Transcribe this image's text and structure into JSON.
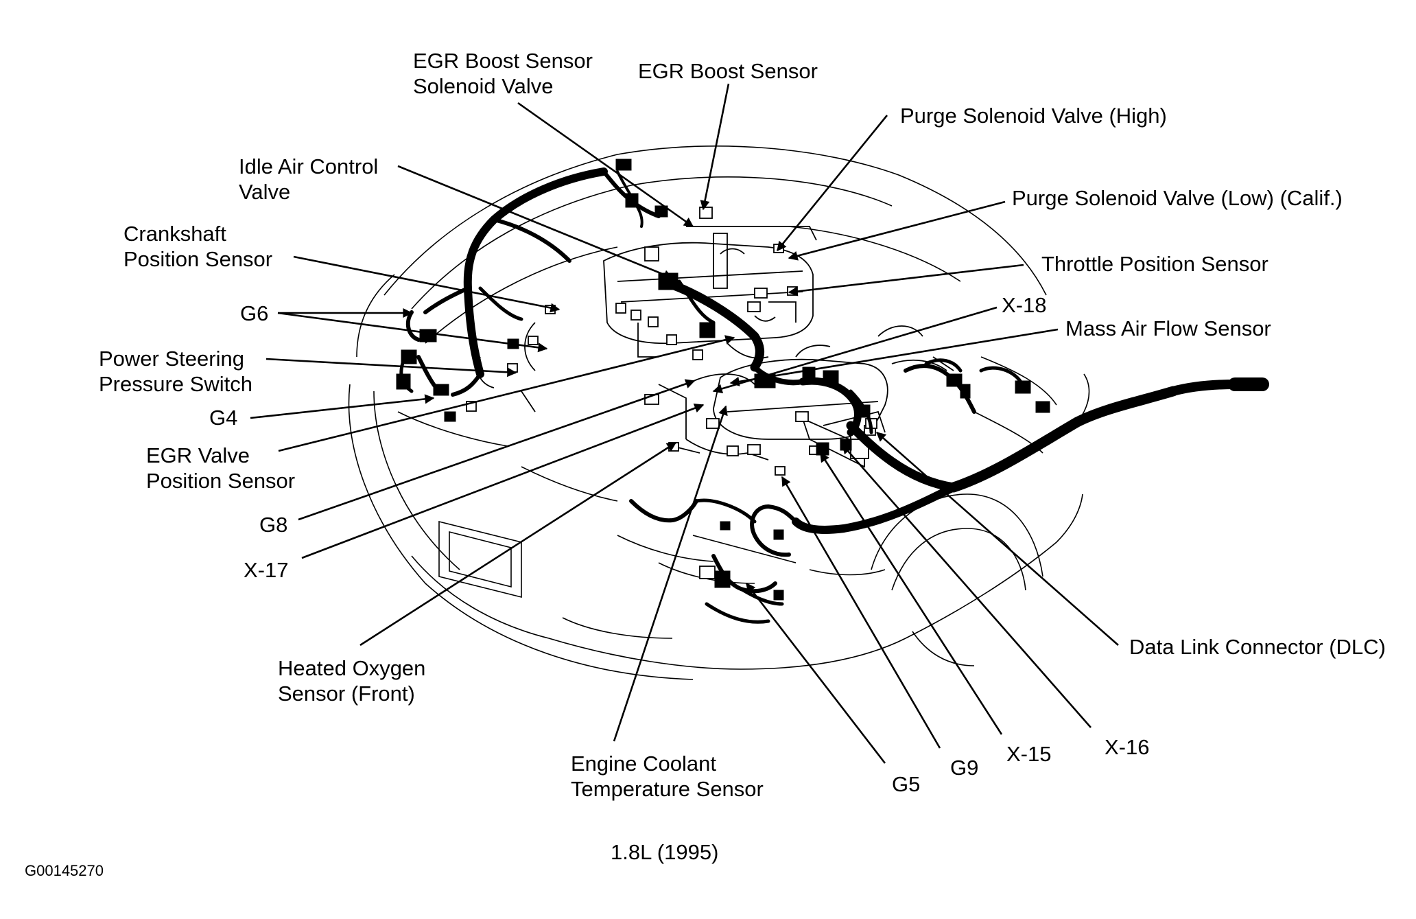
{
  "figure": {
    "caption": "1.8L (1995)",
    "figure_id": "G00145270"
  },
  "labels": {
    "egr_boost_solenoid": [
      "EGR Boost Sensor",
      "Solenoid Valve"
    ],
    "egr_boost_sensor": [
      "EGR Boost Sensor"
    ],
    "purge_high": [
      "Purge Solenoid Valve (High)"
    ],
    "purge_low": [
      "Purge Solenoid Valve (Low) (Calif.)"
    ],
    "iac_valve": [
      "Idle Air Control",
      "Valve"
    ],
    "crankshaft": [
      "Crankshaft",
      "Position Sensor"
    ],
    "throttle": [
      "Throttle Position Sensor"
    ],
    "g6": [
      "G6"
    ],
    "x18": [
      "X-18"
    ],
    "maf": [
      "Mass Air Flow Sensor"
    ],
    "ps_switch": [
      "Power Steering",
      "Pressure Switch"
    ],
    "g4": [
      "G4"
    ],
    "egr_valve": [
      "EGR Valve",
      "Position Sensor"
    ],
    "g8": [
      "G8"
    ],
    "x17": [
      "X-17"
    ],
    "ho2s": [
      "Heated Oxygen",
      "Sensor (Front)"
    ],
    "dlc": [
      "Data Link Connector (DLC)"
    ],
    "ect": [
      "Engine Coolant",
      "Temperature Sensor"
    ],
    "g5": [
      "G5"
    ],
    "g9": [
      "G9"
    ],
    "x15": [
      "X-15"
    ],
    "x16": [
      "X-16"
    ]
  }
}
